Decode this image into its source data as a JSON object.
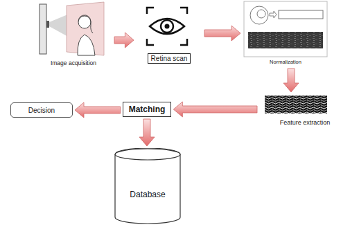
{
  "diagram": {
    "nodes": [
      {
        "text": [
          "Image acquisition"
        ]
      },
      {
        "text": [
          "Retina scan"
        ]
      },
      {
        "text": [
          "Normalization"
        ]
      },
      {
        "text": [
          "Decision"
        ]
      },
      {
        "text": [
          "Matching"
        ]
      },
      {
        "text": [
          "Feature extraction"
        ]
      },
      {
        "text": [
          "Database"
        ]
      }
    ],
    "edges": [
      {
        "from": 0,
        "to": 1,
        "arrow": "to"
      },
      {
        "from": 1,
        "to": 2,
        "arrow": "to"
      },
      {
        "from": 2,
        "to": 5,
        "arrow": "to"
      },
      {
        "from": 5,
        "to": 4,
        "arrow": "to"
      },
      {
        "from": 4,
        "to": 3,
        "arrow": "to"
      },
      {
        "from": 4,
        "to": 6,
        "arrow": "to"
      }
    ]
  }
}
